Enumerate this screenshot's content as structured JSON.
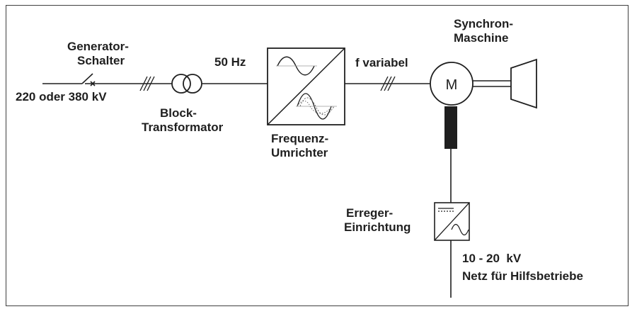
{
  "labels": {
    "generator_switch": [
      "Generator-",
      "Schalter"
    ],
    "voltage_in": "220 oder 380 kV",
    "frequency_in": "50 Hz",
    "block_transformer": [
      "Block-",
      "Transformator"
    ],
    "frequency_converter": [
      "Frequenz-",
      "Umrichter"
    ],
    "frequency_out": "f variabel",
    "synchronous_machine": [
      "Synchron-",
      "Maschine"
    ],
    "motor_symbol": "M",
    "exciter": [
      "Erreger-",
      "Einrichtung"
    ],
    "aux_voltage": "10 - 20  kV",
    "aux_network": "Netz für Hilfsbetriebe"
  },
  "colors": {
    "line": "#1f1f1f",
    "frame": "#3f3f3f",
    "background": "#ffffff",
    "dotted": "#6b6b6b"
  }
}
